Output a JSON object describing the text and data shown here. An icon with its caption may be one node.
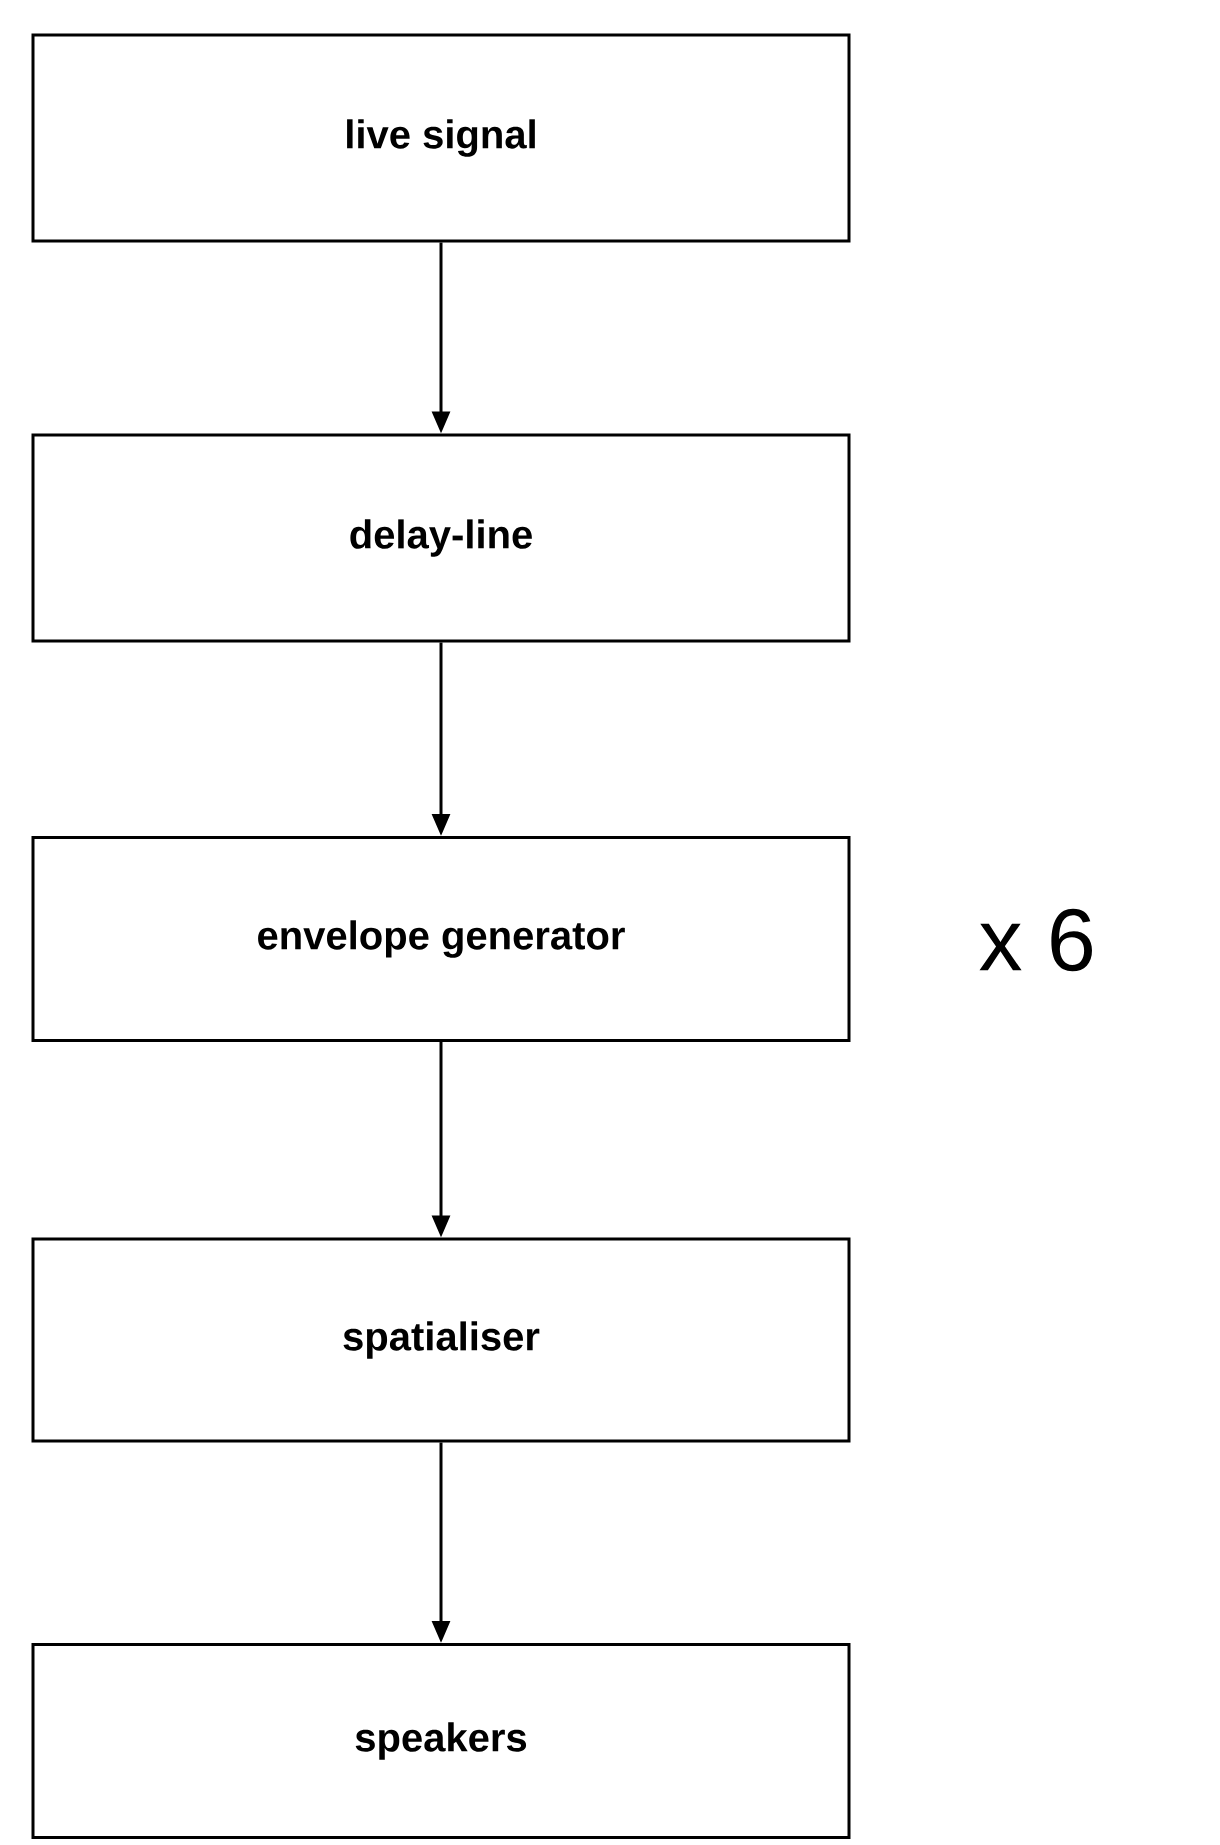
{
  "diagram": {
    "nodes": [
      {
        "text": [
          "live signal"
        ]
      },
      {
        "text": [
          "delay-line"
        ]
      },
      {
        "text": [
          "envelope generator"
        ]
      },
      {
        "text": [
          "spatialiser"
        ]
      },
      {
        "text": [
          "speakers"
        ]
      }
    ],
    "edges": [
      {
        "from": 0,
        "to": 1,
        "arrow": "to"
      },
      {
        "from": 1,
        "to": 2,
        "arrow": "to"
      },
      {
        "from": 2,
        "to": 3,
        "arrow": "to"
      },
      {
        "from": 3,
        "to": 4,
        "arrow": "to"
      }
    ],
    "labels": [
      "x 6"
    ]
  }
}
